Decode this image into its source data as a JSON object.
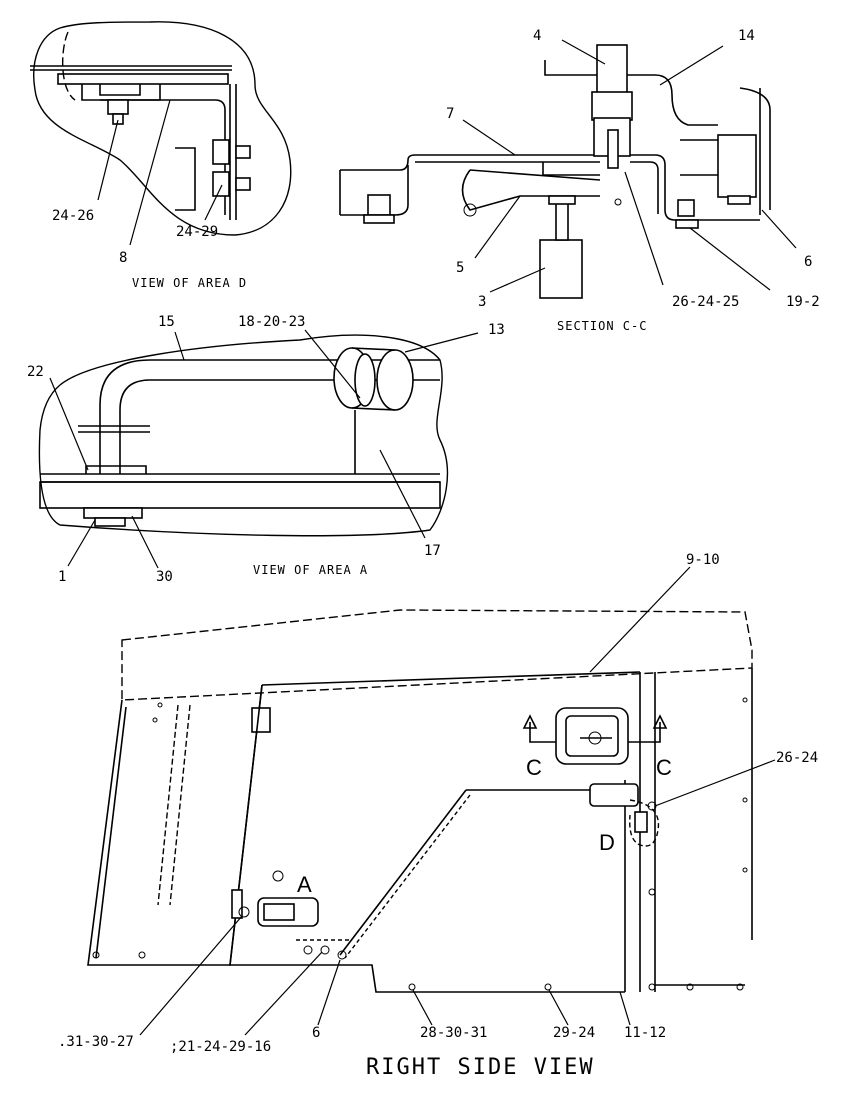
{
  "views": {
    "area_d": {
      "title": "VIEW OF AREA D",
      "callouts": [
        "24-26",
        "8",
        "24-29"
      ]
    },
    "section_cc": {
      "title": "SECTION C-C",
      "callouts": [
        "4",
        "14",
        "7",
        "5",
        "3",
        "26-24-25",
        "19-2",
        "6"
      ]
    },
    "area_a": {
      "title": "VIEW OF AREA A",
      "callouts": [
        "15",
        "18-20-23",
        "13",
        "22",
        "17",
        "1",
        "30"
      ]
    },
    "right_side": {
      "title": "RIGHT SIDE VIEW",
      "callouts": [
        "9-10",
        "26-24",
        ".31-30-27",
        ";21-24-29-16",
        "6",
        "28-30-31",
        "29-24",
        "11-12"
      ],
      "markers": {
        "section_left": "C",
        "section_right": "C",
        "area_d": "D",
        "area_a": "A"
      }
    }
  }
}
